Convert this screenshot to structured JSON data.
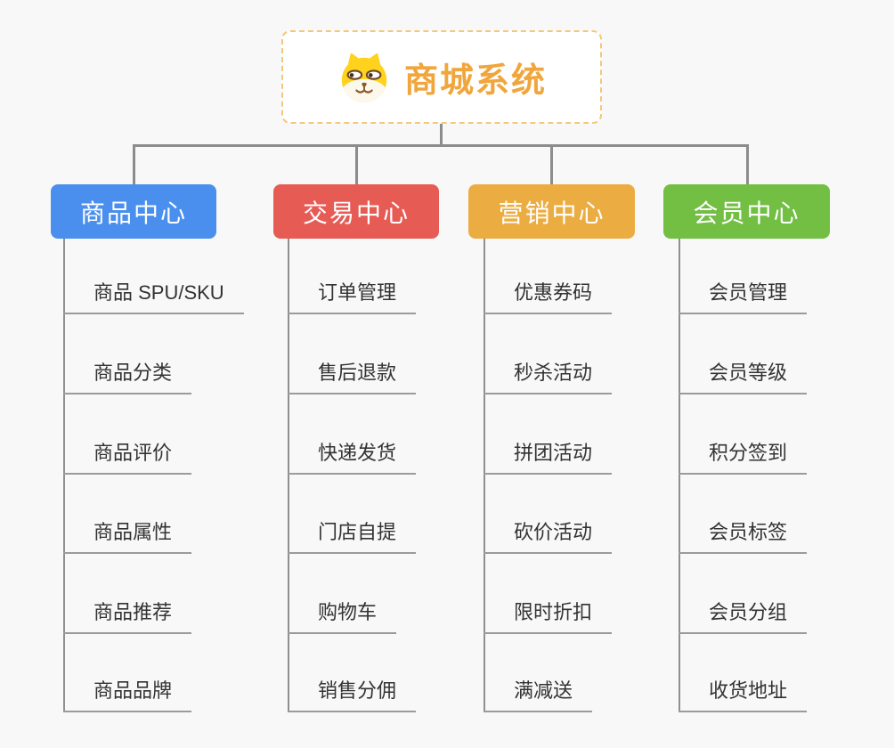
{
  "root": {
    "title": "商城系统",
    "icon": "shiba-dog-icon",
    "title_color": "#F0A63C",
    "border_color": "#F3C87A"
  },
  "connector_color": "#8C8C8C",
  "background_color": "#F8F8F8",
  "branches": [
    {
      "label": "商品中心",
      "color": "#4A8FEE",
      "items": [
        "商品 SPU/SKU",
        "商品分类",
        "商品评价",
        "商品属性",
        "商品推荐",
        "商品品牌"
      ]
    },
    {
      "label": "交易中心",
      "color": "#E75B55",
      "items": [
        "订单管理",
        "售后退款",
        "快递发货",
        "门店自提",
        "购物车",
        "销售分佣"
      ]
    },
    {
      "label": "营销中心",
      "color": "#EBAD41",
      "items": [
        "优惠券码",
        "秒杀活动",
        "拼团活动",
        "砍价活动",
        "限时折扣",
        "满减送"
      ]
    },
    {
      "label": "会员中心",
      "color": "#72BF44",
      "items": [
        "会员管理",
        "会员等级",
        "积分签到",
        "会员标签",
        "会员分组",
        "收货地址"
      ]
    }
  ]
}
